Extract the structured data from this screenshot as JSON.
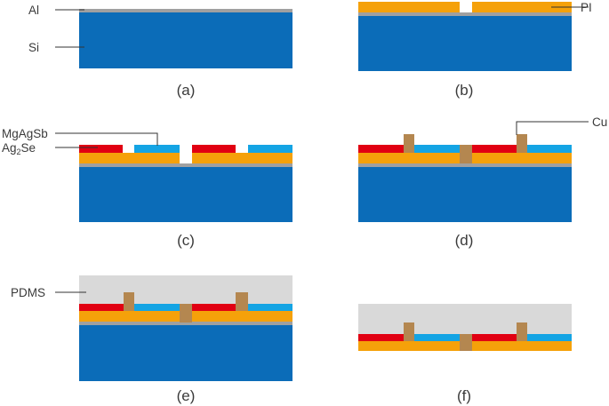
{
  "labels": {
    "al": "Al",
    "si": "Si",
    "pi": "PI",
    "mgagsb": "MgAgSb",
    "ag2se_main": "Ag",
    "ag2se_sub": "2",
    "ag2se_tail": "Se",
    "cu": "Cu",
    "pdms": "PDMS"
  },
  "captions": {
    "a": "(a)",
    "b": "(b)",
    "c": "(c)",
    "d": "(d)",
    "e": "(e)",
    "f": "(f)"
  },
  "colors": {
    "si": "#0b6cb8",
    "al": "#a0a0a0",
    "pi": "#f5a10a",
    "mgagsb": "#e10012",
    "ag2se": "#14a4e4",
    "cu": "#b48750",
    "pdms": "#d9d9d9",
    "leader": "#333333",
    "text": "#3a3a3a"
  }
}
